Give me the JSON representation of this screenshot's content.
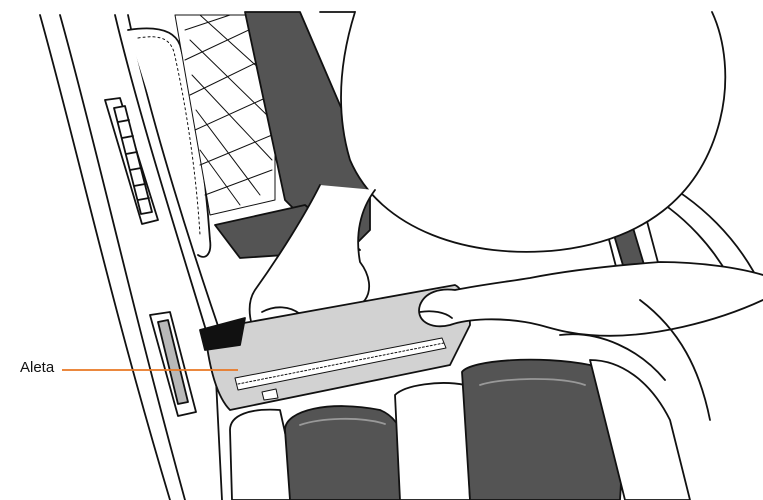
{
  "callout": {
    "label": "Aleta"
  },
  "colors": {
    "callout_line": "#e87722",
    "outline": "#111111",
    "dark_fill": "#545454",
    "flap_fill": "#d2d2d2",
    "background": "#ffffff"
  },
  "icons": [
    "massage-chair-illustration",
    "hands-illustration"
  ]
}
